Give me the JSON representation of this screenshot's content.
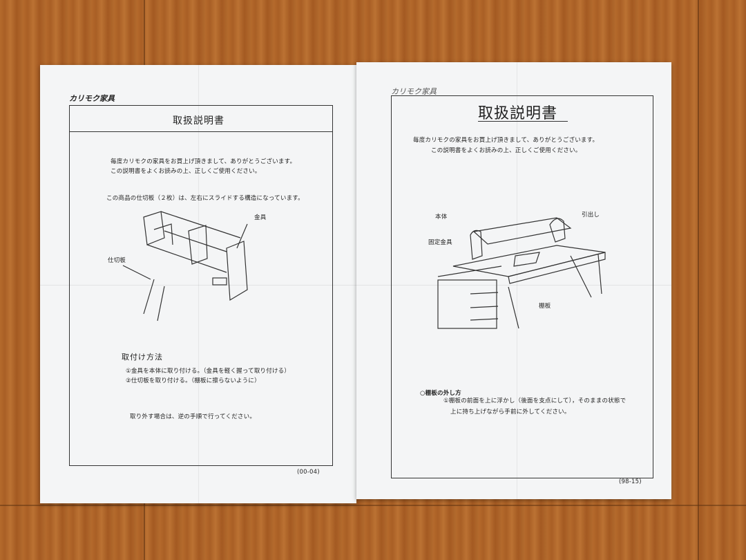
{
  "left_sheet": {
    "brand": "カリモク家具",
    "title": "取扱説明書",
    "intro_line1": "毎度カリモクの家具をお買上げ頂きまして、ありがとうございます。",
    "intro_line2": "この説明書をよくお読みの上、正しくご使用ください。",
    "note": "この商品の仕切板（２枚）は、左右にスライドする構造になっています。",
    "label_hardware": "金具",
    "label_partition": "仕切板",
    "install_heading": "取付け方法",
    "install_step1": "①金具を本体に取り付ける。（金具を軽く握って取り付ける）",
    "install_step2": "②仕切板を取り付ける。（棚板に擦らないように）",
    "removal": "取り外す場合は、逆の手順で行ってください。",
    "code": "(00-04)"
  },
  "right_sheet": {
    "brand": "カリモク家具",
    "title": "取扱説明書",
    "intro_line1": "毎度カリモクの家具をお買上げ頂きまして、ありがとうございます。",
    "intro_line2": "この説明書をよくお読みの上、正しくご使用ください。",
    "label_body": "本体",
    "label_drawer": "引出し",
    "label_fixing": "固定金具",
    "label_shelf": "棚板",
    "removal_heading": "○棚板の外し方",
    "removal_line1": "①棚板の前面を上に浮かし（後面を支点にして），そのままの状態で",
    "removal_line2": "上に持ち上げながら手前に外してください。",
    "code": "(98-15)"
  }
}
